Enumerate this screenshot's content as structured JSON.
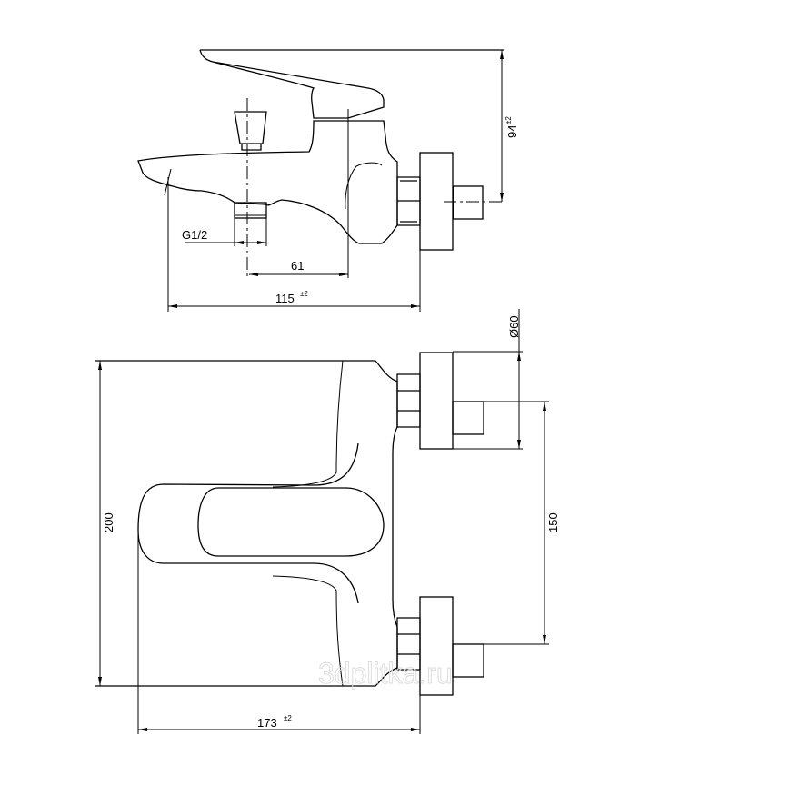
{
  "title": "Bath mixer dimension drawing",
  "dimensions": {
    "height": {
      "value": "94",
      "tolerance": "±2"
    },
    "thread": {
      "value": "G1/2"
    },
    "spout_to_axis": {
      "value": "61"
    },
    "projection": {
      "value": "115",
      "tolerance": "±2"
    },
    "eccentric_diameter": {
      "value": "Ø60"
    },
    "center_distance": {
      "value": "150"
    },
    "body_length": {
      "value": "200"
    },
    "overall_depth": {
      "value": "173",
      "tolerance": "±2"
    }
  },
  "watermark": "3dplitka.ru"
}
